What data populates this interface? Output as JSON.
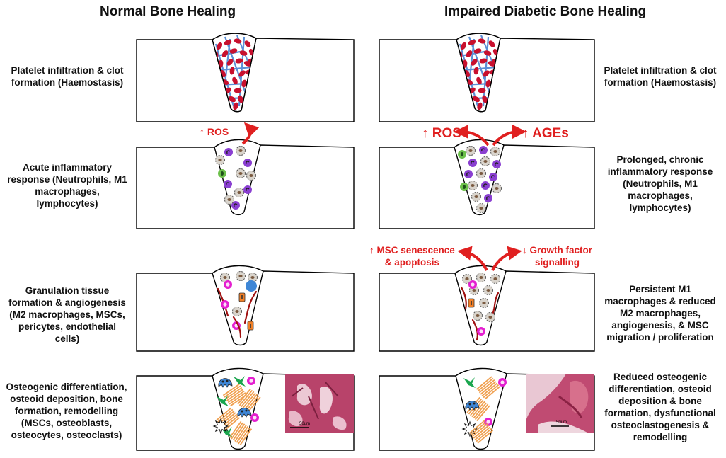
{
  "titles": {
    "normal": "Normal Bone Healing",
    "diabetic": "Impaired Diabetic Bone Healing"
  },
  "stages_left": [
    "Platelet infiltration & clot\nformation (Haemostasis)",
    "Acute inflammatory\nresponse (Neutrophils, M1\nmacrophages,\nlymphocytes)",
    "Granulation tissue\nformation & angiogenesis\n(M2 macrophages, MSCs,\npericytes, endothelial\ncells)",
    "Osteogenic differentiation,\nosteoid deposition, bone\nformation, remodelling\n(MSCs, osteoblasts,\nosteocytes, osteoclasts)"
  ],
  "stages_right": [
    "Platelet infiltration & clot\nformation (Haemostasis)",
    "Prolonged, chronic\ninflammatory response\n(Neutrophils, M1\nmacrophages,\nlymphocytes)",
    "Persistent M1\nmacrophages & reduced\nM2 macrophages,\nangiogenesis, & MSC\nmigration / proliferation",
    "Reduced osteogenic\ndifferentiation, osteoid\ndeposition & bone\nformation, dysfunctional\nosteoclastogenesis &\nremodelling"
  ],
  "annotations": {
    "ros_normal": "↑ ROS",
    "ros_diabetic": "↑ ROS",
    "ages": "↑ AGEs",
    "msc": "↑ MSC senescence\n& apoptosis",
    "growth": "↓ Growth factor\nsignalling"
  },
  "scale_bars": {
    "left": "50um",
    "right": "50um"
  },
  "colors": {
    "annotation_red": "#e02020",
    "rbc": "#c8102e",
    "fibrin": "#5b8fd6",
    "neutrophil": "#8a3fd1",
    "lymphocyte": "#6cc04a",
    "macrophage": "#d9d4cc",
    "msc": "#e41fd0",
    "vessel": "#a01010",
    "pericyte": "#f07f27",
    "osteoblast": "#3e86d6",
    "osteocyte": "#1aa64e",
    "osteoid": "#f0a050",
    "histology": "#b8436a"
  }
}
